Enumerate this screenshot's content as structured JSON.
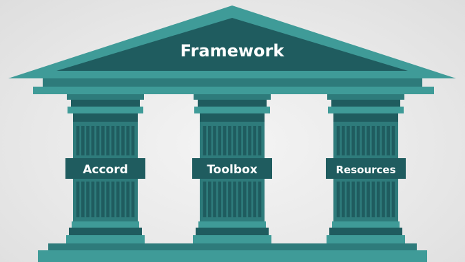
{
  "roof": {
    "label": "Framework"
  },
  "pillars": [
    {
      "label": "Accord"
    },
    {
      "label": "Toolbox"
    },
    {
      "label": "Resources"
    }
  ],
  "colors": {
    "dark": "#1f5c5f",
    "mid": "#2e7b7b",
    "light": "#3f9b98",
    "lighter": "#5ab3ad",
    "background": "#eaeaea"
  }
}
